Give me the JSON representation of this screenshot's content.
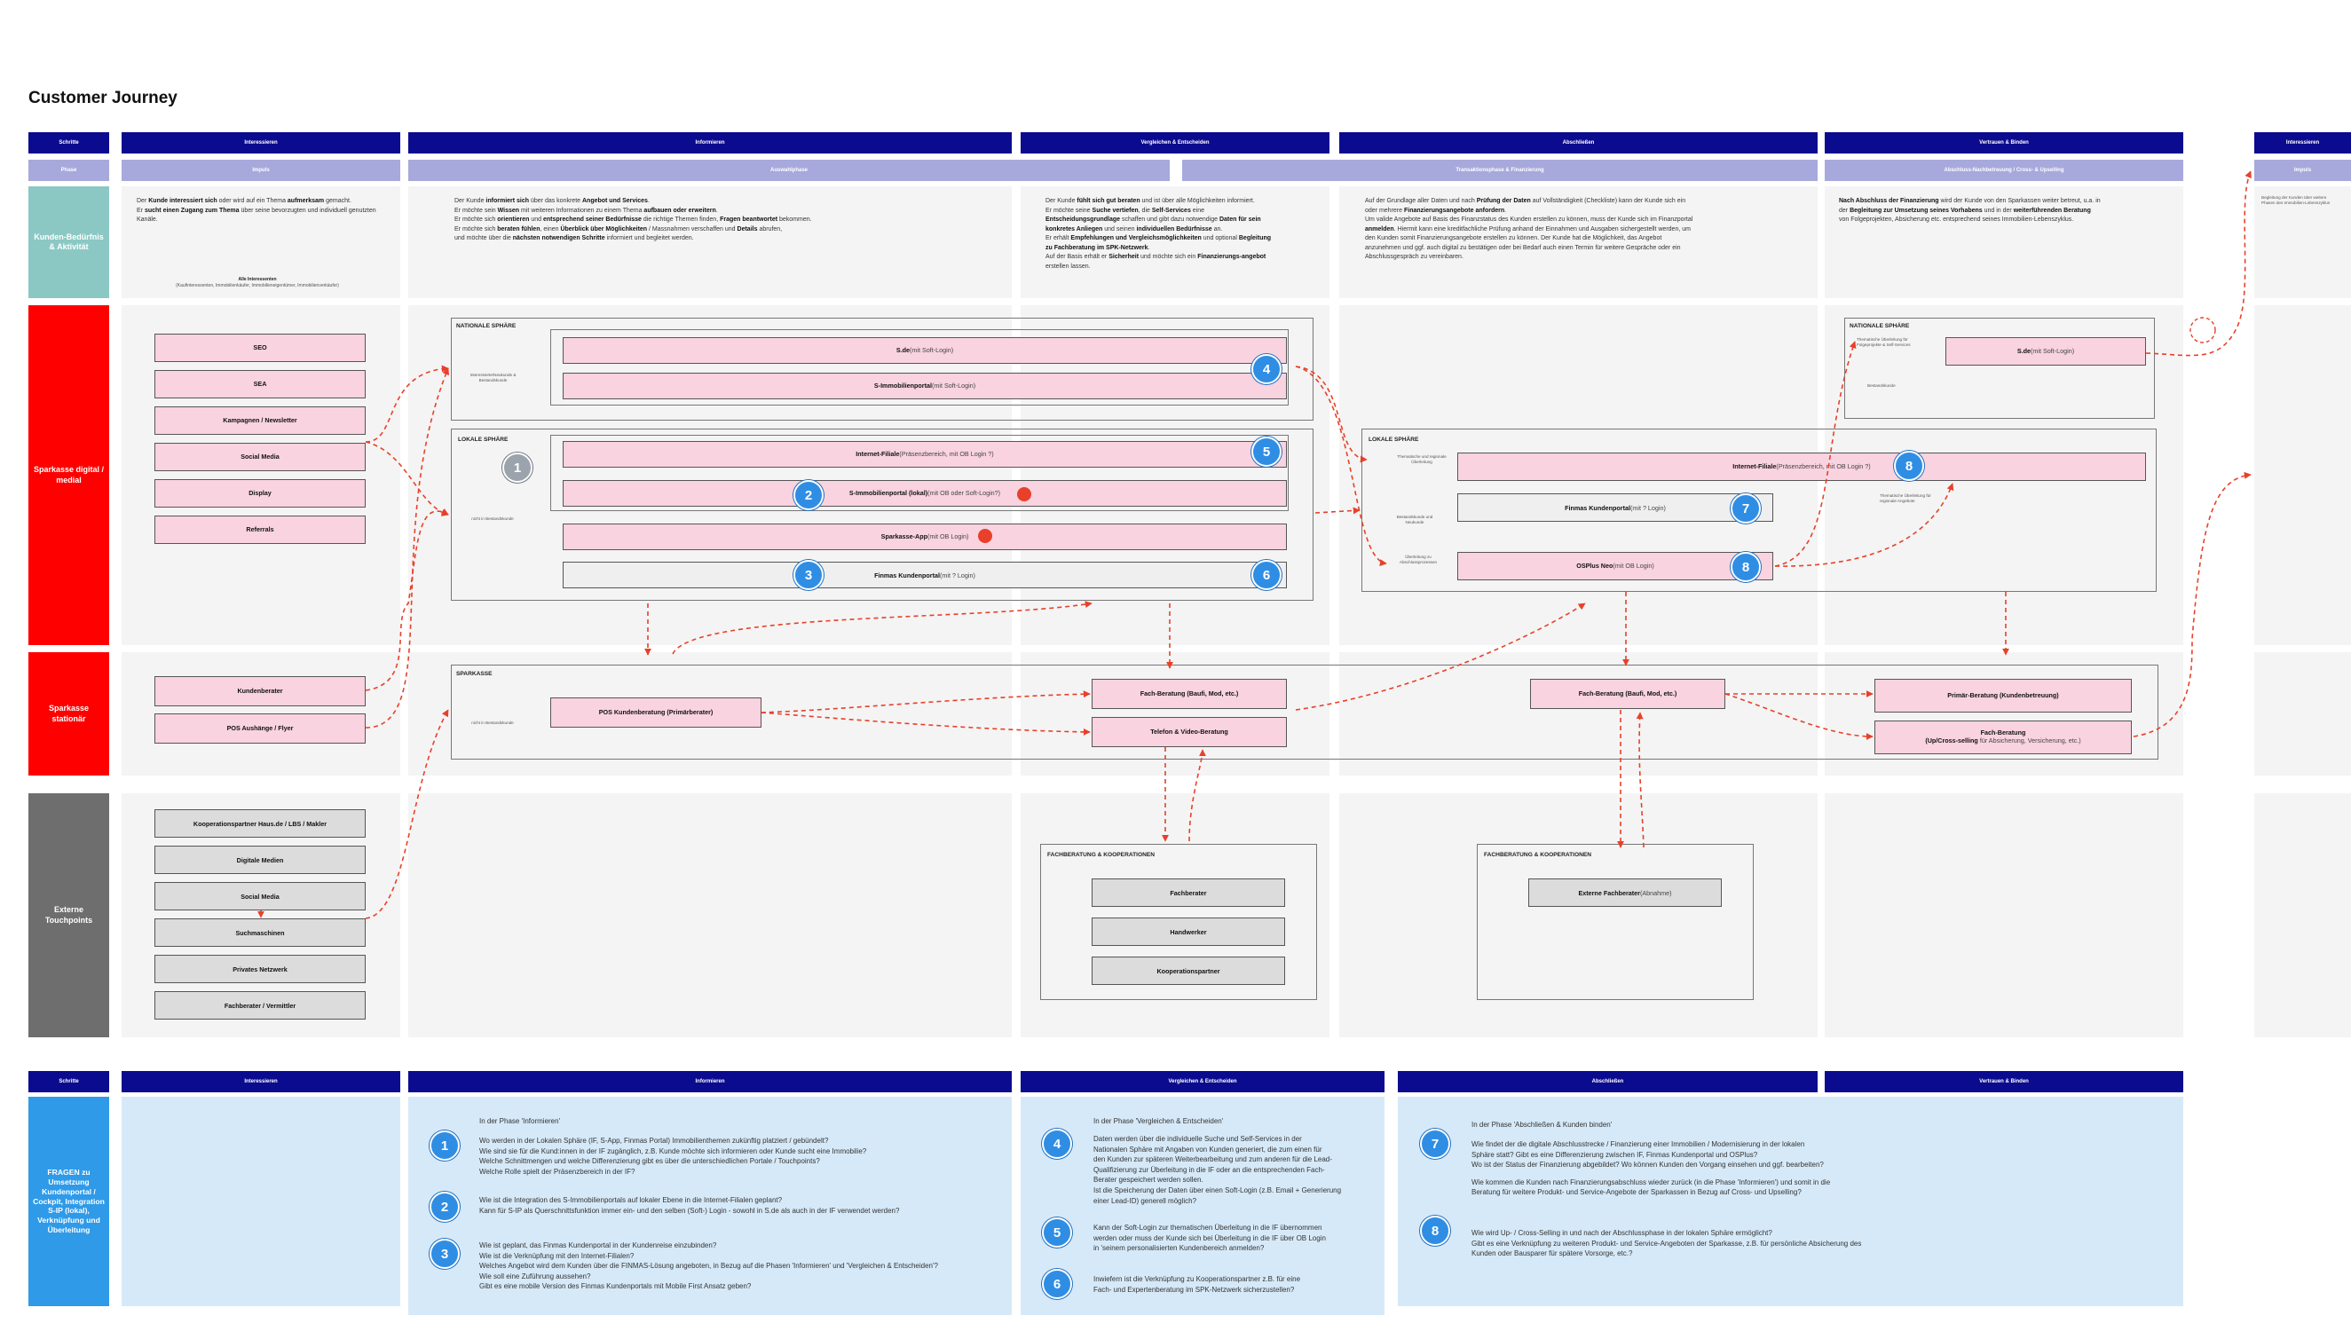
{
  "title": "Customer Journey",
  "steps_label": "Schritte",
  "phase_label": "Phase",
  "steps": [
    "Interessieren",
    "Informieren",
    "Vergleichen & Entscheiden",
    "Abschließen",
    "Vertrauen & Binden",
    "Interessieren"
  ],
  "phases": [
    "Impuls",
    "Auswahlphase",
    "Transaktionsphase & Finanzierung",
    "Abschluss-Nachbetreuung / Cross- & Upselling",
    "Impuls"
  ],
  "rows": {
    "needs": "Kunden-Bedürfnis & Aktivität",
    "digital": "Sparkasse digital / medial",
    "stationary": "Sparkasse stationär",
    "external": "Externe Touchpoints",
    "questions": "FRAGEN zu Umsetzung Kundenportal / Cockpit, Integration S-IP (lokal), Verknüpfung und Überleitung"
  },
  "needs_text": {
    "interessieren": {
      "p1a": "Der ",
      "p1b": "Kunde interessiert sich",
      "p1c": " oder wird auf ein Thema ",
      "p1d": "aufmerksam",
      "p1e": " gemacht.",
      "p2a": "Er ",
      "p2b": "sucht einen Zugang zum Thema",
      "p2c": " über seine bevorzugten und individuell genutzten Kanäle.",
      "sub1": "Alle Interessenten",
      "sub2": "(Kaufinteressenten, Immobilienkäufer, Immobilieneigentümer, Immobilienverkäufer)"
    },
    "informieren": {
      "l1a": "Der Kunde ",
      "l1b": "informiert sich",
      "l1c": " über das konkrete ",
      "l1d": "Angebot und Services",
      "l1e": ".",
      "l2a": "Er möchte sein ",
      "l2b": "Wissen",
      "l2c": " mit weiteren Informationen zu einem Thema ",
      "l2d": "aufbauen oder erweitern",
      "l2e": ".",
      "l3a": "Er möchte sich ",
      "l3b": "orientieren",
      "l3c": " und ",
      "l3d": "entsprechend seiner Bedürfnisse",
      "l3e": " die richtige Themen finden, ",
      "l3f": "Fragen beantwortet",
      "l3g": " bekommen.",
      "l4a": "Er möchte sich ",
      "l4b": "beraten fühlen",
      "l4c": ", einen ",
      "l4d": "Überblick über Möglichkeiten",
      "l4e": " / Massnahmen verschaffen und ",
      "l4f": "Details",
      "l4g": " abrufen,",
      "l5a": "und möchte über die ",
      "l5b": "nächsten notwendigen Schritte",
      "l5c": " informiert und begleitet werden."
    },
    "vergleichen": {
      "l1a": "Der Kunde ",
      "l1b": "fühlt sich gut beraten",
      "l1c": " und ist über alle Möglichkeiten informiert.",
      "l2a": "Er möchte seine ",
      "l2b": "Suche vertiefen",
      "l2c": ", die ",
      "l2d": "Self-Services",
      "l2e": " eine",
      "l3a": "Entscheidungsgrundlage",
      "l3b": " schaffen und gibt dazu notwendige ",
      "l3c": "Daten für sein",
      "l4a": "konkretes Anliegen",
      "l4b": " und seinen ",
      "l4c": "individuellen Bedürfnisse",
      "l4d": " an.",
      "l5a": "Er erhält ",
      "l5b": "Empfehlungen und Vergleichsmöglichkeiten",
      "l5c": " und optional ",
      "l5d": "Begleitung",
      "l6a": "zu Fachberatung im SPK-Netzwerk",
      "l6b": ".",
      "l7a": "Auf der Basis erhält er ",
      "l7b": "Sicherheit",
      "l7c": " und möchte sich ein ",
      "l7d": "Finanzierungs-angebot",
      "l8": "erstellen lassen."
    },
    "abschliessen": {
      "l1a": "Auf der Grundlage aller Daten und nach ",
      "l1b": "Prüfung der Daten",
      "l1c": " auf Vollständigkeit (Checkliste) kann der Kunde sich ein",
      "l2a": "oder mehrere ",
      "l2b": "Finanzierungsangebote anfordern",
      "l2c": ".",
      "l3": "Um valide Angebote auf Basis des Finanzstatus des Kunden erstellen zu können, muss der Kunde sich im Finanzportal",
      "l4a": "anmelden",
      "l4b": ". Hiermit kann eine kreditfachliche Prüfung anhand der Einnahmen und Ausgaben sichergestellt werden, um",
      "l5": "den Kunden somit Finanzierungsangebote erstellen zu können. Der Kunde hat die Möglichkeit, das Angebot",
      "l6": "anzunehmen und ggf. auch digital zu bestätigen oder bei Bedarf auch einen Termin für weitere Gespräche oder ein",
      "l7": "Abschlussgespräch zu vereinbaren."
    },
    "vertrauen": {
      "l1a": "Nach Abschluss der Finanzierung",
      "l1b": " wird der Kunde von den Sparkassen weiter betreut, u.a. in",
      "l2a": "der ",
      "l2b": "Begleitung zur Umsetzung seines Vorhabens",
      "l2c": " und in der ",
      "l2d": "weiterführenden Beratung",
      "l3": "von Folgeprojekten, Absicherung etc. entsprechend seines Immobilien-Lebenszyklus."
    },
    "interessieren2": "Begleitung der Kunden über weitere Phasen des Immobilien-Lebenszyklus"
  },
  "digital": {
    "channels": [
      "SEO",
      "SEA",
      "Kampagnen / Newsletter",
      "Social Media",
      "Display",
      "Referrals"
    ],
    "national_label": "NATIONALE SPHÄRE",
    "lokal_label": "LOKALE SPHÄRE",
    "national_note": "Interessierte/Neukunde & Bestandskunde",
    "lokal_note": "nicht in Bestandskunde",
    "sde": {
      "name": "S.de",
      "sub": " (mit Soft-Login)"
    },
    "simmo": {
      "name": "S-Immobilienportal",
      "sub": " (mit Soft-Login)"
    },
    "ifiliale": {
      "name": "Internet-Filiale",
      "sub": " (Präsenzbereich, mit OB Login ?)"
    },
    "simmolokal": {
      "name": "S-Immobilienportal (lokal)",
      "sub": " (mit OB oder Soft-Login?)"
    },
    "app": {
      "name": "Sparkasse-App",
      "sub": " (mit OB Login)"
    },
    "finmas": {
      "name": "Finmas Kundenportal",
      "sub": " (mit ? Login)"
    },
    "lokal2_label": "LOKALE SPHÄRE",
    "lokal2_note1": "Thematische und regionale Überleitung",
    "lokal2_note2": "Bestandskunde und Neukunde",
    "lokal2_note3": "Überleitung zu Abschlussprozessen",
    "ifiliale2": {
      "name": "Internet-Filiale",
      "sub": " (Präsenzbereich, mit OB Login ?)"
    },
    "finmas2": {
      "name": "Finmas Kundenportal",
      "sub": " (mit ? Login)"
    },
    "osplus": {
      "name": "OSPlus Neo",
      "sub": " (mit OB Login)"
    },
    "national2_label": "NATIONALE SPHÄRE",
    "national2_note1": "Thematische Überleitung für Folgeprojekte & Self-Services",
    "national2_note2": "Bestandskunde",
    "national2_note3": "Thematische Überleitung für regionale Angebote",
    "sde2": {
      "name": "S.de",
      "sub": " (mit Soft-Login)"
    }
  },
  "stationary": {
    "left": [
      "Kundenberater",
      "POS Aushänge / Flyer"
    ],
    "frame_label": "SPARKASSE",
    "frame_note": "nicht in Bestandskunde",
    "pos": {
      "name": "POS Kundenberatung (Primärberater)"
    },
    "fach1": "Fach-Beratung (Baufi, Mod, etc.)",
    "video": "Telefon & Video-Beratung",
    "fach2": "Fach-Beratung (Baufi, Mod, etc.)",
    "primaer": "Primär-Beratung (Kundenbetreuung)",
    "upcross": {
      "a": "Fach-Beratung",
      "b": "(Up/Cross-selling",
      "c": " für Absicherung, Versicherung, etc.)"
    }
  },
  "external": {
    "left": [
      "Kooperationspartner Haus.de / LBS / Makler",
      "Digitale Medien",
      "Social Media",
      "Suchmaschinen",
      "Privates Netzwerk",
      "Fachberater / Vermittler"
    ],
    "frame1_label": "FACHBERATUNG & KOOPERATIONEN",
    "frame1_items": [
      "Fachberater",
      "Handwerker",
      "Kooperationspartner"
    ],
    "frame2_label": "FACHBERATUNG & KOOPERATIONEN",
    "frame2_item": {
      "name": "Externe Fachberater",
      "sub": " (Abnahme)"
    }
  },
  "bottom_steps": [
    "Schritte",
    "Interessieren",
    "Informieren",
    "Vergleichen & Entscheiden",
    "Abschließen",
    "Vertrauen & Binden"
  ],
  "badges": [
    "1",
    "2",
    "3",
    "4",
    "5",
    "6",
    "7",
    "8"
  ],
  "q": {
    "inf_intro": "In der Phase 'Informieren'",
    "q1": [
      "Wo werden in der Lokalen Sphäre (IF, S-App, Finmas Portal) Immobilienthemen zukünftig platziert / gebündelt?",
      "Wie sind sie für die Kund:innen in der IF zugänglich, z.B. Kunde möchte sich informieren oder Kunde sucht eine Immobilie?",
      "Welche Schnittmengen und welche Differenzierung gibt es über die unterschiedlichen Portale / Touchpoints?",
      "Welche Rolle spielt der Präsenzbereich in der IF?"
    ],
    "q2": [
      "Wie ist die Integration des S-Immobilienportals auf lokaler Ebene in die Internet-Filialen geplant?",
      "Kann für S-IP als Querschnittsfunktion immer ein- und den selben (Soft-) Login - sowohl in S.de als auch in der IF verwendet werden?"
    ],
    "q3": [
      "Wie ist geplant, das Finmas Kundenportal in der Kundenreise einzubinden?",
      "Wie ist die Verknüpfung mit den Internet-Filialen?",
      "Welches Angebot wird dem Kunden über die FINMAS-Lösung angeboten, in Bezug auf die Phasen 'Informieren' und 'Vergleichen & Entscheiden'?",
      "Wie soll eine Zuführung aussehen?",
      "Gibt es eine mobile Version des Finmas Kundenportals mit Mobile First Ansatz geben?"
    ],
    "ver_intro": "In der Phase 'Vergleichen & Entscheiden'",
    "q4": [
      "Daten werden über die individuelle Suche und Self-Services in der",
      "Nationalen Sphäre mit Angaben von Kunden generiert, die zum einen für",
      "den Kunden zur späteren Weiterbearbeitung und zum anderen für die Lead-",
      "Qualifizierung zur Überleitung in die IF oder an die entsprechenden Fach-",
      "Berater gespeichert werden sollen.",
      "Ist die Speicherung der Daten über einen Soft-Login (z.B. Email + Generierung",
      "einer Lead-ID) generell möglich?"
    ],
    "q5": [
      "Kann der Soft-Login zur thematischen Überleitung in die IF übernommen",
      "werden oder muss der Kunde sich bei Überleitung in die IF über OB Login",
      "in 'seinem personalisierten Kundenbereich anmelden?"
    ],
    "q6": [
      "Inwiefern ist die Verknüpfung zu Kooperationspartner z.B. für eine",
      "Fach- und Expertenberatung im SPK-Netzwerk sicherzustellen?"
    ],
    "abs_intro": "In der Phase 'Abschließen & Kunden binden'",
    "q7": [
      "Wie findet der die digitale Abschlusstrecke / Finanzierung einer Immobilien / Modernisierung in der lokalen",
      "Sphäre statt? Gibt es eine Differenzierung zwischen IF, Finmas Kundenportal und OSPlus?",
      "Wo ist der Status der Finanzierung abgebildet? Wo können Kunden den Vorgang einsehen und ggf. bearbeiten?",
      "",
      "Wie kommen die Kunden nach Finanzierungsabschluss wieder zurück (in die Phase 'Informieren') und somit in die",
      "Beratung für weitere Produkt- und Service-Angebote der Sparkassen in Bezug auf Cross- und Upselling?"
    ],
    "q8": [
      "Wie wird Up- / Cross-Selling in und nach der Abschlussphase in der lokalen Sphäre ermöglicht?",
      "Gibt es eine Verknüpfung zu weiteren Produkt- und Service-Angeboten der Sparkasse, z.B. für persönliche Absicherung des",
      "Kunden oder Bausparer für spätere Vorsorge, etc.?"
    ]
  },
  "colors": {
    "header": "#0b0b8f",
    "phase": "#a7a9dc",
    "needs": "#8bc8c4",
    "digital": "#ff0000",
    "stationary": "#ff0000",
    "external": "#6e6e6e",
    "questions": "#2f9ae8",
    "pink": "#f9d3df",
    "arrow": "#e8402a",
    "badge": "#2f8ee4"
  }
}
